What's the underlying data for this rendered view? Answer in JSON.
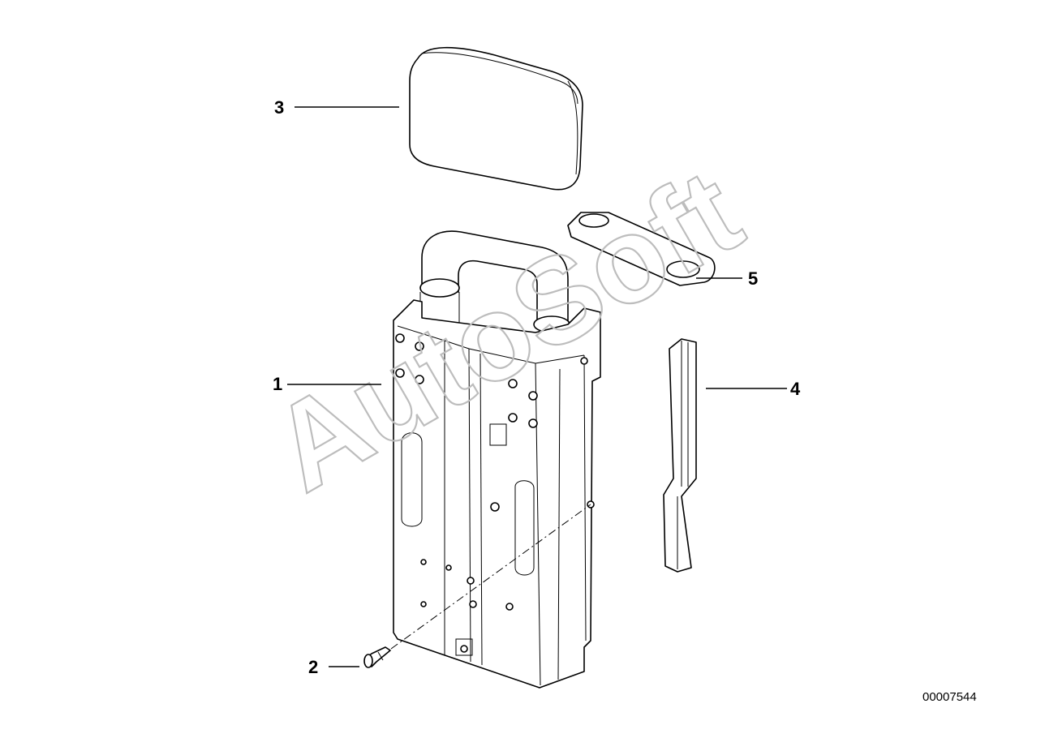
{
  "diagram": {
    "callouts": [
      {
        "id": "1",
        "label": "1"
      },
      {
        "id": "2",
        "label": "2"
      },
      {
        "id": "3",
        "label": "3"
      },
      {
        "id": "4",
        "label": "4"
      },
      {
        "id": "5",
        "label": "5"
      }
    ],
    "document_id": "00007544",
    "watermark": "AutoSoft",
    "colors": {
      "ink": "#000000",
      "watermark": "#bdbdbd",
      "background": "#ffffff"
    }
  }
}
